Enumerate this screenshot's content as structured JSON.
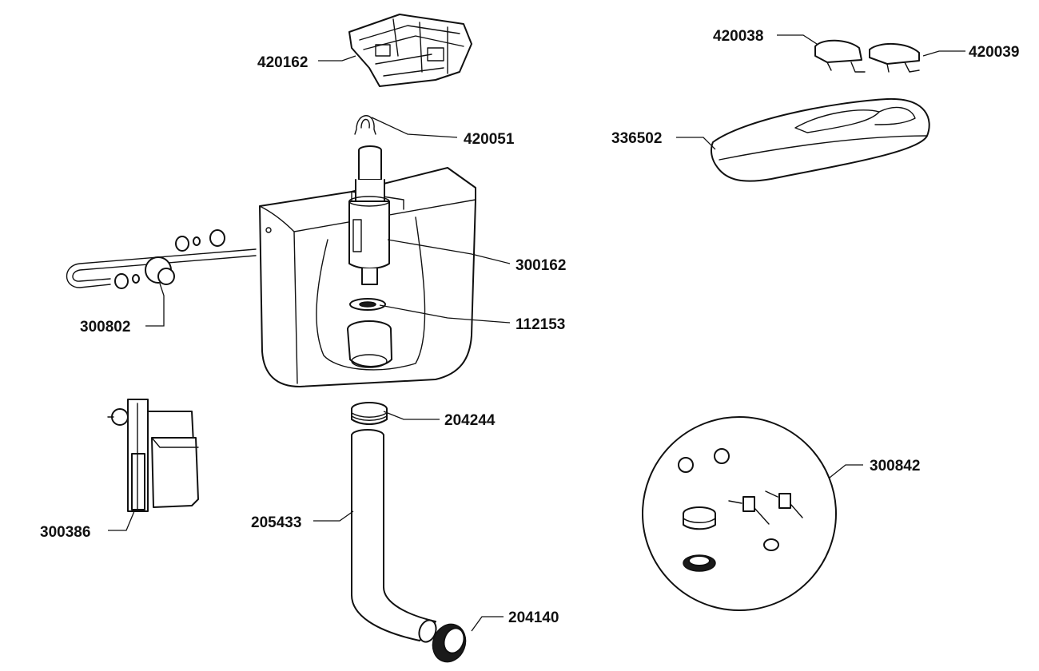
{
  "labels": {
    "p420162": "420162",
    "p420051": "420051",
    "p420038": "420038",
    "p420039": "420039",
    "p336502": "336502",
    "p300162": "300162",
    "p112153": "112153",
    "p300802": "300802",
    "p204244": "204244",
    "p300842": "300842",
    "p300386": "300386",
    "p205433": "205433",
    "p204140": "204140"
  },
  "colors": {
    "ink": "#111111",
    "paper": "#ffffff"
  }
}
